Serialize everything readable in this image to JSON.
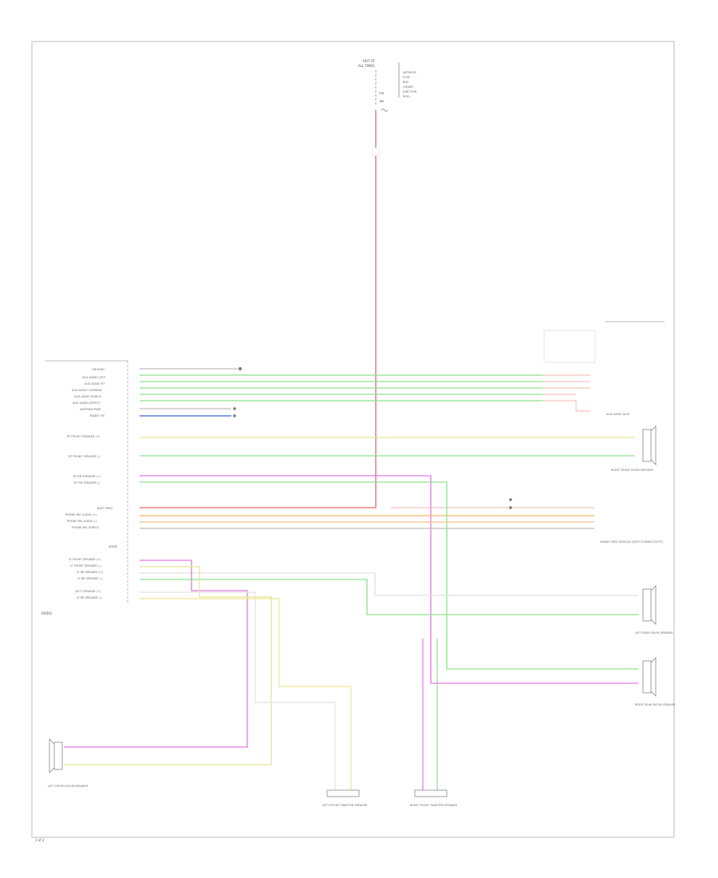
{
  "title": "",
  "colors": {
    "frame": "#bbbbbb",
    "red": "#f08080",
    "green": "#8fe08f",
    "blue": "#5a7fe0",
    "yellow": "#e8e890",
    "orange": "#f2b26a",
    "violet": "#e07ae0",
    "pink": "#f5b3b3",
    "grey": "#bdbdbd",
    "white": "#e2e2e2",
    "component": "#888888"
  },
  "top_component": {
    "labels": [
      "HOT AT",
      "ALL TIMES"
    ],
    "side_labels": [
      "INTERIOR",
      "FUSE",
      "BOX",
      "(SMART",
      "JUNCTION",
      "BOX)"
    ],
    "pin_labels": [
      "F20",
      "10A"
    ]
  },
  "radio_module": {
    "label": "RADIO",
    "pin_names": [
      "GROUND",
      "AUX AUDIO LEFT",
      "AUX AUDIO RT",
      "AUX AUDIO COMMON",
      "AUX AUDIO SHIELD",
      "AUX AUDIO DETECT",
      "ANTENNA PWR",
      "RADIO ON",
      "RT FRONT SPEAKER (+)",
      "RT FRONT SPEAKER (-)",
      "RT RR SPEAKER (+)",
      "RT RR SPEAKER (-)",
      "BATT FEED",
      "PHONE MIC AUDIO (+)",
      "PHONE MIC AUDIO (-)",
      "PHONE MIC SHIELD",
      "SPARE",
      "LT FRONT SPEAKER (+)",
      "LT FRONT SPEAKER (-)",
      "LT RR SPEAKER (+)",
      "LT RR SPEAKER (-)",
      "LEFT SPEAKER (+)",
      "LT RR SPEAKER (-)"
    ]
  },
  "right_components": {
    "aux_jack": "AUX AUDIO JACK",
    "right_front_speaker": "RIGHT FRONT DOOR SPEAKER",
    "phone_module": "HANDS FREE MODULE (WITH CONNECTIVITY)",
    "left_rear_speaker": "LEFT REAR DOOR SPEAKER",
    "right_rear_speaker": "RIGHT REAR DOOR SPEAKER"
  },
  "bottom_components": {
    "left_front_speaker": "LEFT FRONT DOOR SPEAKER",
    "left_tweeter": "LEFT FRONT TWEETER SPEAKER",
    "right_tweeter": "RIGHT FRONT TWEETER SPEAKER"
  },
  "page_number": "1 of 2"
}
